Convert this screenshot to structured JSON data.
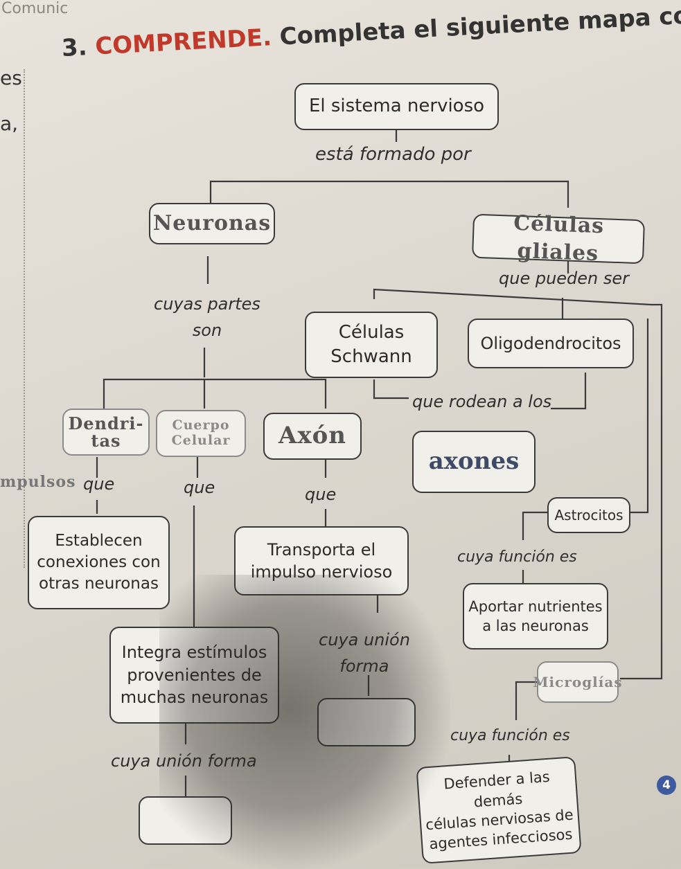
{
  "header": {
    "top_left": "Comunic",
    "margin_es": "es",
    "margin_a": "a,",
    "number": "3.",
    "keyword": "COMPRENDE.",
    "instruction": "Completa el siguiente mapa conceptua"
  },
  "map": {
    "root": "El sistema nervioso",
    "formed_by": "está formado por",
    "neuronas": "Neuronas",
    "gliales": "Células gliales",
    "que_pueden_ser": "que pueden ser",
    "cuyas_partes": "cuyas partes\nson",
    "schwann": "Células\nSchwann",
    "oligo": "Oligodendrocitos",
    "que_rodean": "que rodean a los",
    "dendritas": "Dendri-\ntas",
    "cuerpo": "Cuerpo\nCelular",
    "axon": "Axón",
    "axones": "axones",
    "impulsos": "mpulsos",
    "que": "que",
    "establecen": "Establecen\nconexiones con\notras neuronas",
    "transporta": "Transporta el\nimpulso nervioso",
    "integra": "Integra estímulos\nprovenientes de\nmuchas neuronas",
    "cuya_union": "cuya unión\nforma",
    "cuya_union_forma": "cuya unión forma",
    "astrocitos": "Astrocitos",
    "cuya_funcion": "cuya función es",
    "aportar": "Aportar nutrientes\na las neuronas",
    "microglias": "Microglías",
    "defender": "Defender a las demás\ncélulas nerviosas de\nagentes infecciosos",
    "badge": "4"
  }
}
